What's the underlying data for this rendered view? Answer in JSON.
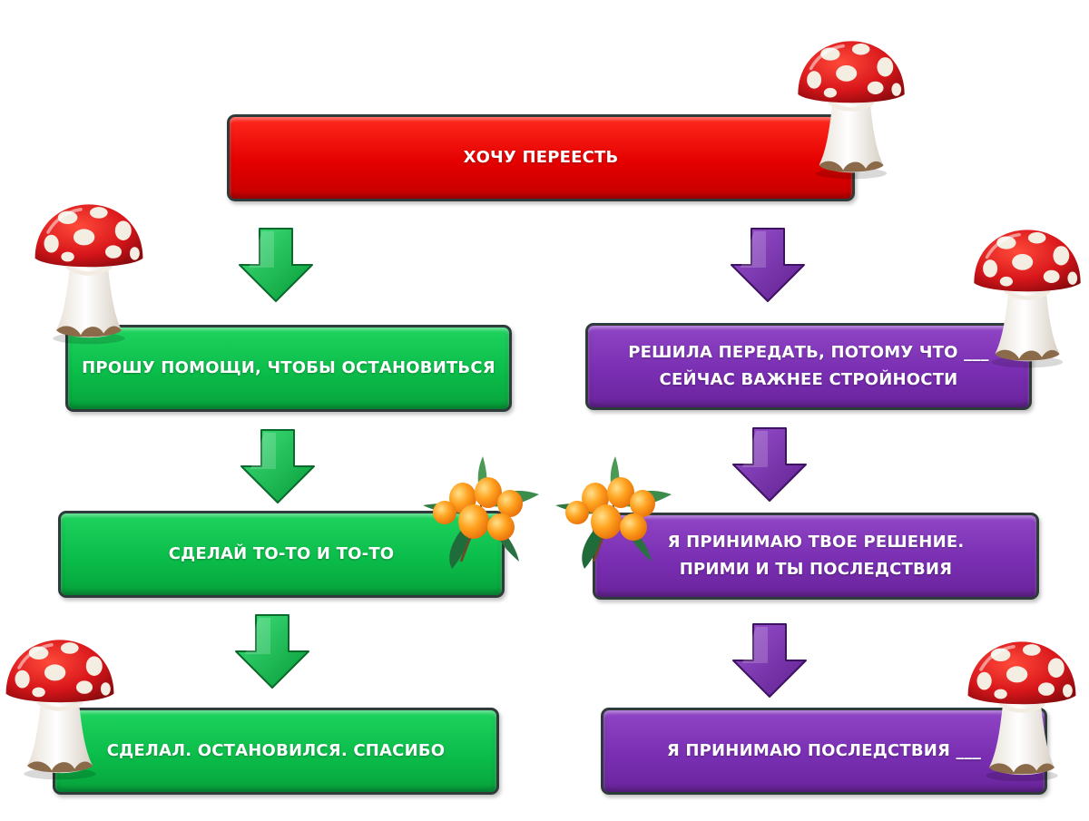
{
  "top": {
    "text": "ХОЧУ ПЕРЕЕСТЬ"
  },
  "left": [
    {
      "lines": [
        "ПРОШУ ПОМОЩИ, ЧТОБЫ ОСТАНОВИТЬСЯ"
      ]
    },
    {
      "lines": [
        "СДЕЛАЙ ТО-ТО И ТО-ТО"
      ]
    },
    {
      "lines": [
        "СДЕЛАЛ. ОСТАНОВИЛСЯ. СПАСИБО"
      ]
    }
  ],
  "right": [
    {
      "lines": [
        "РЕШИЛА ПЕРЕДАТЬ, ПОТОМУ ЧТО ___",
        "СЕЙЧАС ВАЖНЕЕ СТРОЙНОСТИ"
      ]
    },
    {
      "lines": [
        "Я ПРИНИМАЮ ТВОЕ РЕШЕНИЕ.",
        "ПРИМИ И ТЫ ПОСЛЕДСТВИЯ"
      ]
    },
    {
      "lines": [
        "Я ПРИНИМАЮ ПОСЛЕДСТВИЯ ___"
      ]
    }
  ],
  "colors": {
    "top": "#e40000",
    "left": "#0bbd4a",
    "right": "#7a2fb3",
    "left_arrow": "#12b548",
    "right_arrow": "#7b2fb5"
  },
  "icons": {
    "mushroom": "fly-agaric-mushroom-icon",
    "berries": "sea-buckthorn-berries-icon"
  }
}
